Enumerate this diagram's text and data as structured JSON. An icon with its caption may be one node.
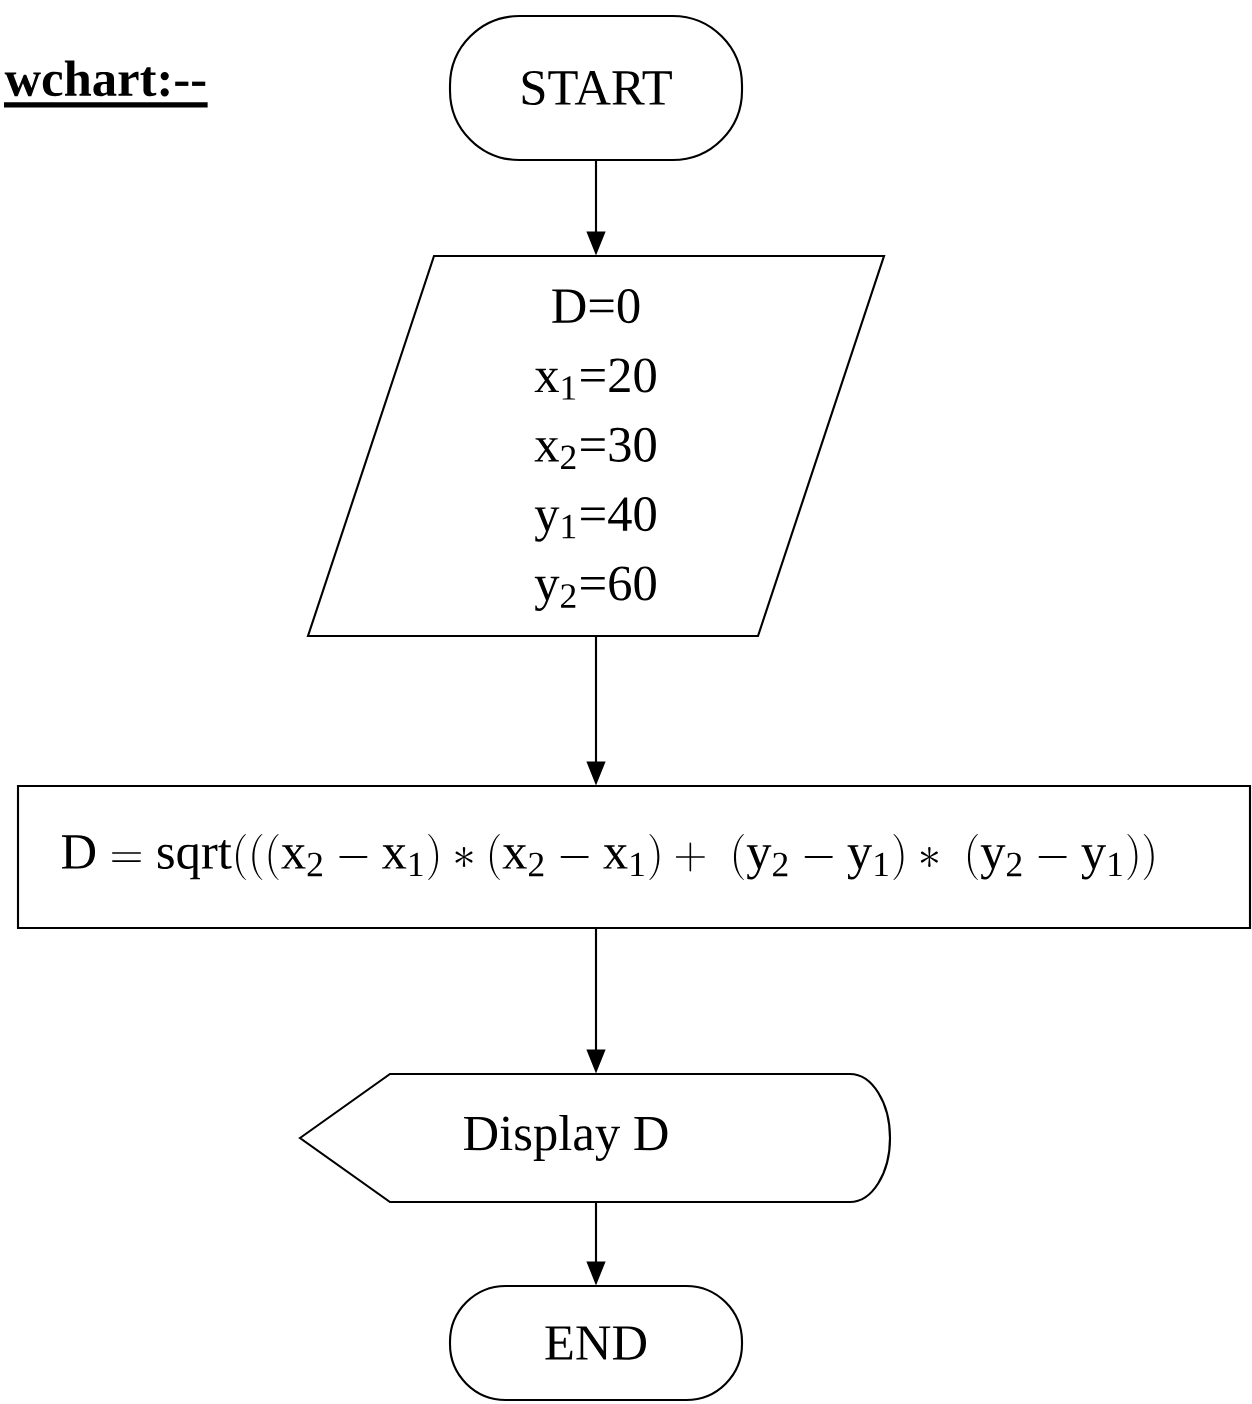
{
  "diagram": {
    "title": "wchart:--",
    "nodes": [
      {
        "text": [
          "START"
        ]
      },
      {
        "text": [
          "D=0",
          "x$_{1}$=20",
          "x$_{2}$=30",
          "y$_{1}$=40",
          "y$_{2}$=60"
        ]
      },
      {
        "text": [
          "\\mathrm{D=sqrt(((x_{2}-x_{1})*(x_{2}-x_{1})+\\ (y_{2}-y_{1})*\\ (y_{2}-y_{1}))}"
        ]
      },
      {
        "text": [
          "Display D"
        ]
      },
      {
        "text": [
          "END"
        ]
      }
    ],
    "edges": [
      {
        "from": 0,
        "to": 1,
        "arrow": "to"
      },
      {
        "from": 1,
        "to": 2,
        "arrow": "to"
      },
      {
        "from": 2,
        "to": 3,
        "arrow": "to"
      },
      {
        "from": 3,
        "to": 4,
        "arrow": "to"
      }
    ]
  }
}
